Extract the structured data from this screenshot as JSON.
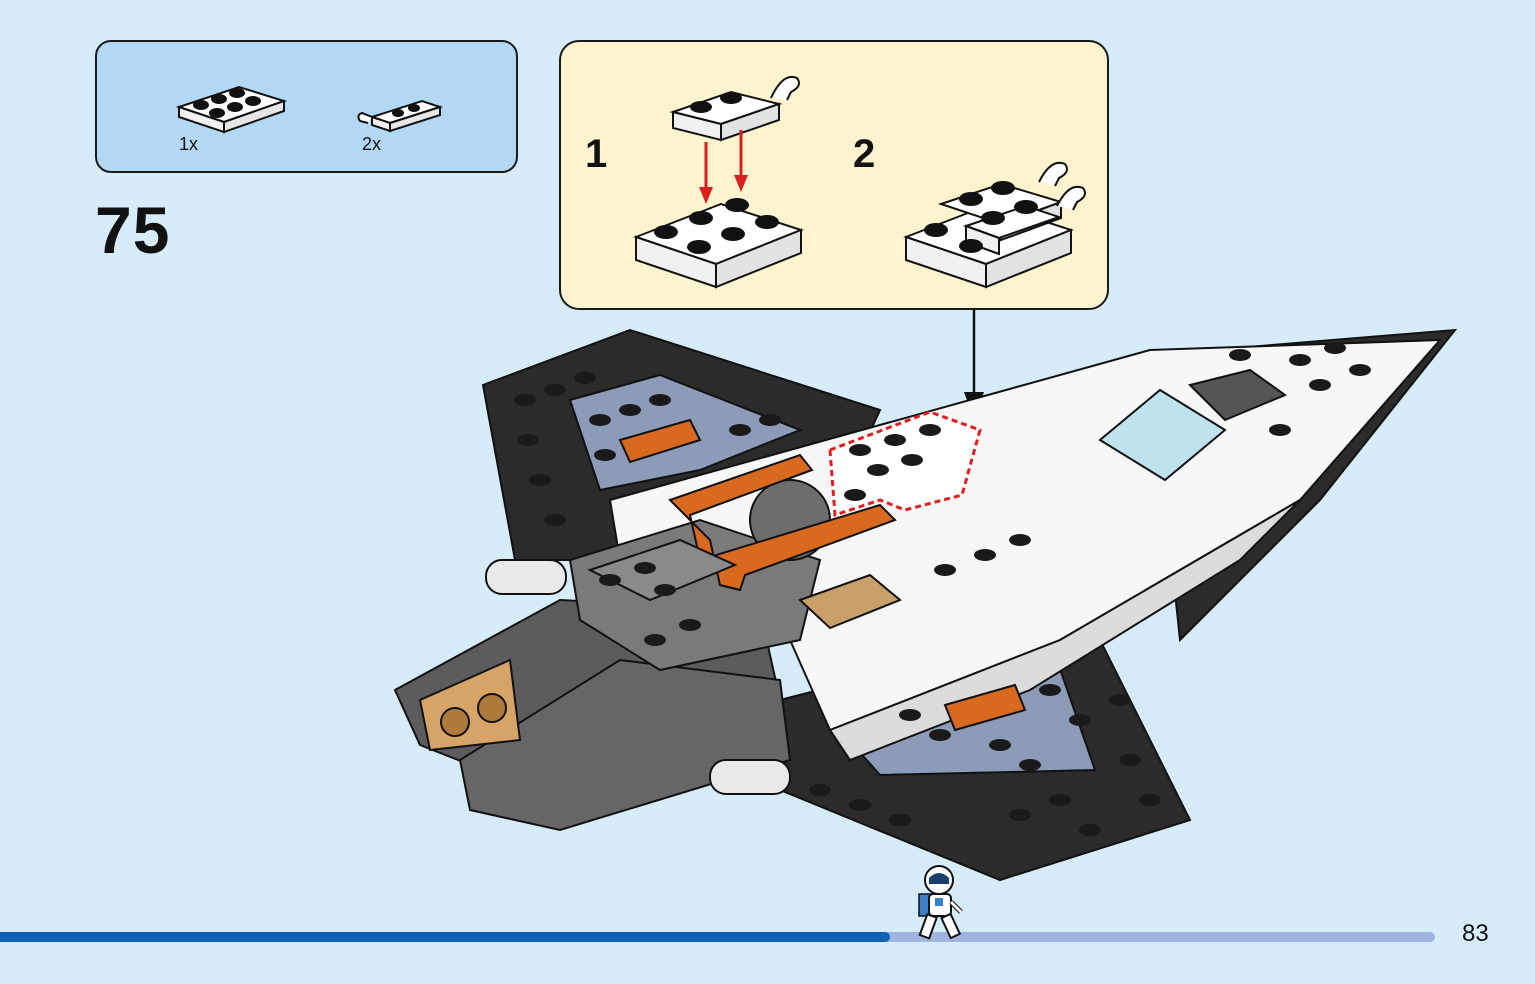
{
  "page": {
    "number": "83",
    "progress_fraction": 0.62
  },
  "step": {
    "number": "75"
  },
  "parts": [
    {
      "name": "plate-2x3-white",
      "quantity": "1x"
    },
    {
      "name": "plate-1x2-clip-white",
      "quantity": "2x"
    }
  ],
  "substeps": [
    {
      "number": "1"
    },
    {
      "number": "2"
    }
  ],
  "colors": {
    "background": "#d6ecfb",
    "parts_box": "#b3d8f5",
    "substep_box": "#fdf4cf",
    "progress": "#0f62b3",
    "progress_track": "#9fb4e0",
    "highlight": "#e01e1e"
  }
}
